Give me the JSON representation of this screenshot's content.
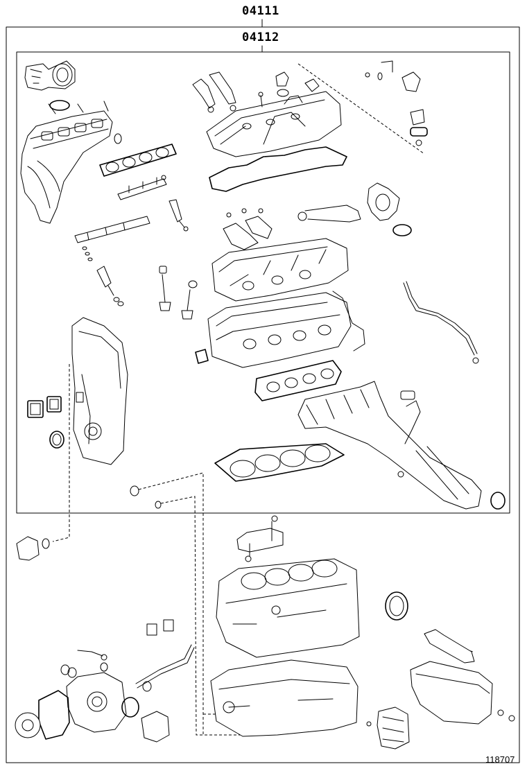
{
  "labels": {
    "outer_kit": "04111",
    "inner_kit": "04112"
  },
  "figure_number": "118707"
}
